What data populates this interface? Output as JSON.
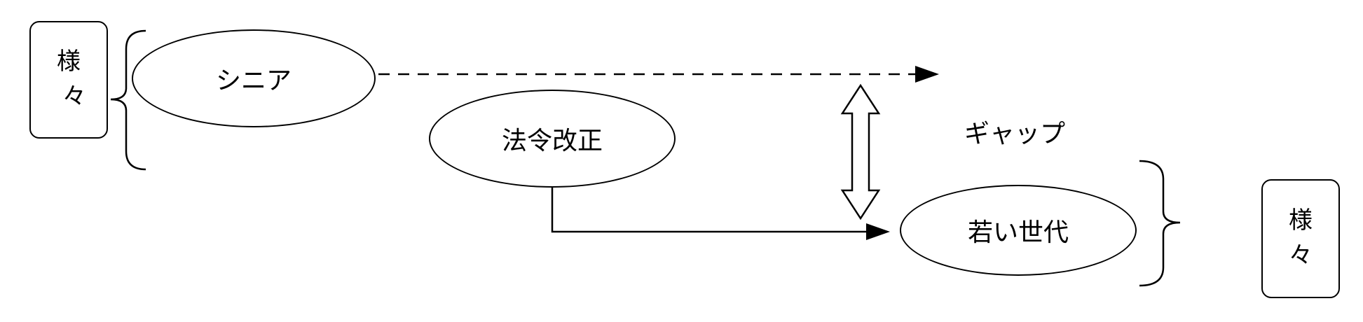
{
  "left_box": {
    "char_top": "様",
    "char_bottom": "々"
  },
  "right_box": {
    "char_top": "様",
    "char_bottom": "々"
  },
  "nodes": {
    "senior": {
      "label": "シニア"
    },
    "law_reform": {
      "label": "法令改正"
    },
    "young_generation": {
      "label": "若い世代"
    }
  },
  "labels": {
    "gap": "ギャップ"
  },
  "edges": [
    {
      "from": "senior",
      "to": "gap-area",
      "style": "dashed-arrow",
      "direction": "right"
    },
    {
      "from": "law_reform",
      "to": "young_generation",
      "style": "elbow-solid-arrow",
      "direction": "down-then-right"
    },
    {
      "between": [
        "senior-level",
        "young_generation-level"
      ],
      "style": "hollow-double-arrow",
      "direction": "vertical"
    }
  ],
  "colors": {
    "stroke": "#000000",
    "background": "#ffffff"
  }
}
